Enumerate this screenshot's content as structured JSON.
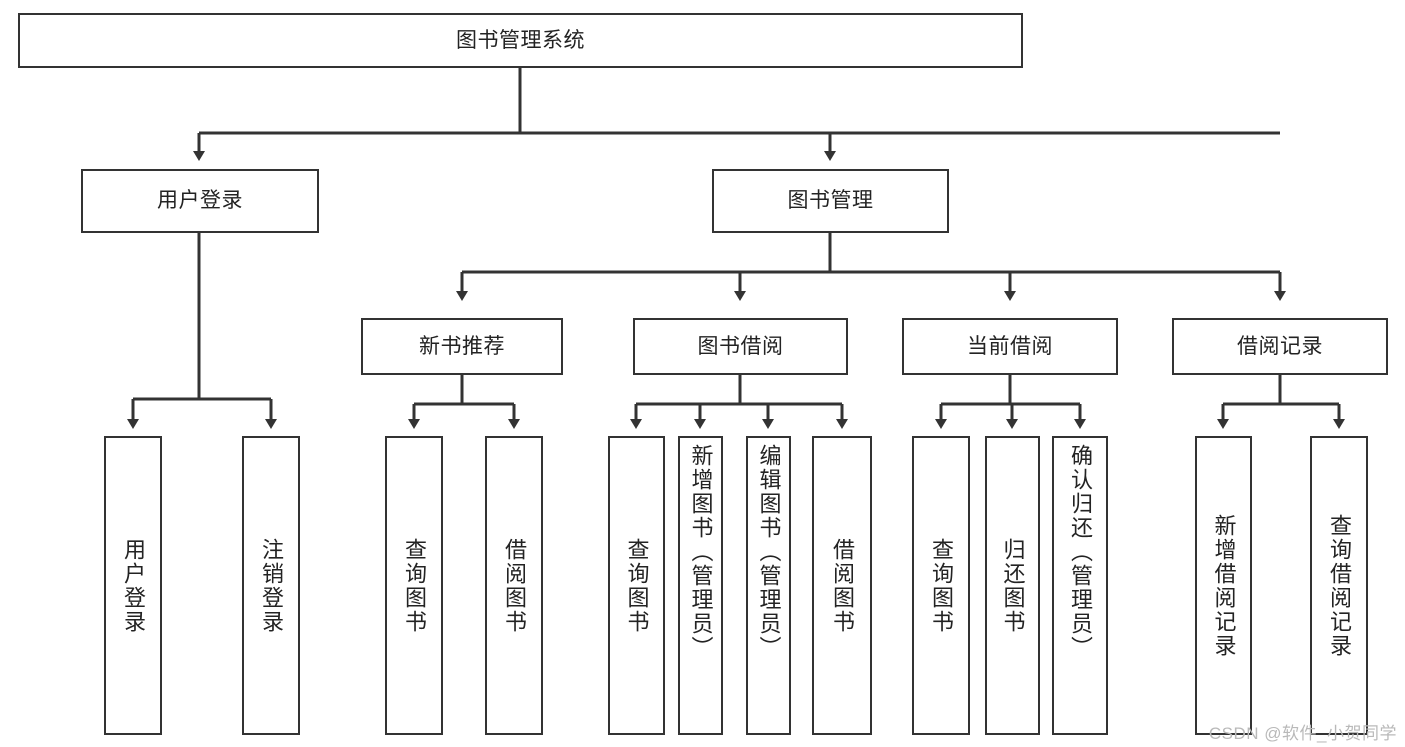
{
  "diagram": {
    "type": "hierarchy-tree",
    "title": "图书管理系统",
    "watermark": "CSDN @软件_小贺同学",
    "colors": {
      "stroke": "#333333",
      "fill": "#ffffff",
      "text": "#232323",
      "watermark": "#b9b9b9"
    },
    "nodes": {
      "root": {
        "label": "图书管理系统"
      },
      "level2": [
        {
          "id": "user-login",
          "label": "用户登录"
        },
        {
          "id": "book-management",
          "label": "图书管理"
        }
      ],
      "level3": [
        {
          "id": "new-book-recommend",
          "label": "新书推荐"
        },
        {
          "id": "book-borrow",
          "label": "图书借阅"
        },
        {
          "id": "current-borrow",
          "label": "当前借阅"
        },
        {
          "id": "borrow-record",
          "label": "借阅记录"
        }
      ],
      "leaves": {
        "user_login": [
          {
            "id": "leaf-user-login",
            "label": "用户登录"
          },
          {
            "id": "leaf-logout-login",
            "label": "注销登录"
          }
        ],
        "new_book_recommend": [
          {
            "id": "leaf-query-book-1",
            "label": "查询图书"
          },
          {
            "id": "leaf-borrow-book-1",
            "label": "借阅图书"
          }
        ],
        "book_borrow": [
          {
            "id": "leaf-query-book-2",
            "label": "查询图书"
          },
          {
            "id": "leaf-add-book",
            "label": "新增图书（管理员）"
          },
          {
            "id": "leaf-edit-book",
            "label": "编辑图书（管理员）"
          },
          {
            "id": "leaf-borrow-book-2",
            "label": "借阅图书"
          }
        ],
        "current_borrow": [
          {
            "id": "leaf-query-book-3",
            "label": "查询图书"
          },
          {
            "id": "leaf-return-book",
            "label": "归还图书"
          },
          {
            "id": "leaf-confirm-return",
            "label": "确认归还（管理员）"
          }
        ],
        "borrow_record": [
          {
            "id": "leaf-add-record",
            "label": "新增借阅记录"
          },
          {
            "id": "leaf-query-record",
            "label": "查询借阅记录"
          }
        ]
      }
    }
  }
}
